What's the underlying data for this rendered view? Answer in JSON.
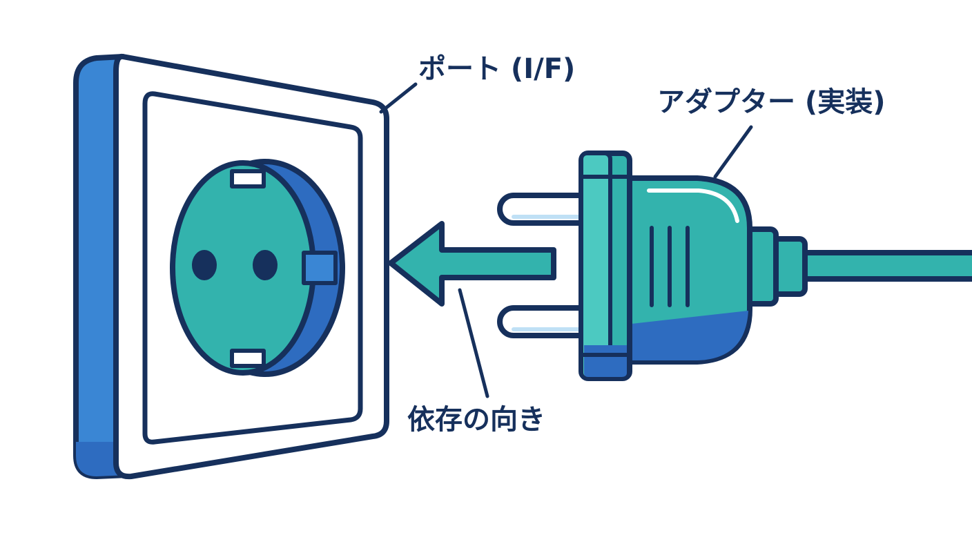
{
  "labels": {
    "port": "ポート (I/F)",
    "adapter": "アダプター (実装)",
    "dependency": "依存の向き"
  },
  "colors": {
    "outline": "#16305c",
    "blue": "#3a86d4",
    "blue_dark": "#2e6cc0",
    "teal": "#33b3ad",
    "teal_light": "#4cc9c1",
    "pin": "#ffffff",
    "background": "#ffffff"
  },
  "icons": [
    "wall-socket-icon",
    "power-plug-icon",
    "arrow-left-icon"
  ]
}
